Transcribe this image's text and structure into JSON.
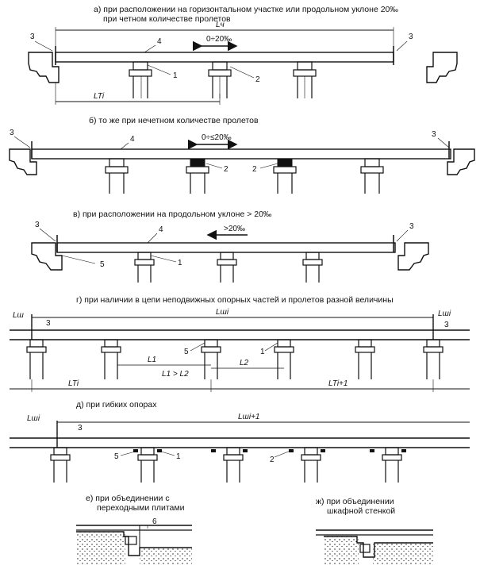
{
  "captions": {
    "a_line1": "а) при расположении на горизонтальном участке или продольном уклоне 20‰",
    "a_line2": "при четном количестве пролетов",
    "b": "б)  то же при нечетном количестве пролетов",
    "v": "в)  при расположении на продольном уклоне > 20‰",
    "g": "г)    при наличии в цепи неподвижных опорных частей и пролетов разной величины",
    "d": "д)   при гибких опорах",
    "e_line1": "е)  при объединении с",
    "e_line2": "переходными плитами",
    "zh_line1": "ж)  при объединении",
    "zh_line2": "шкафной стенкой"
  },
  "labels": {
    "n1": "1",
    "n2": "2",
    "n3": "3",
    "n4": "4",
    "n5": "5",
    "n6": "6",
    "Lch": "Lч",
    "LTi": "LTi",
    "slope_a": "0÷20‰",
    "slope_b": "0÷≤20‰",
    "slope_v": ">20‰",
    "Lsh_i": "Lш",
    "Lsh_top": "Lшi",
    "Lsh_right": "Lшi",
    "L1": "L1",
    "L2": "L2",
    "L1gtL2": "L1 > L2",
    "LTi_g": "LTi",
    "LTi1_g": "LTi+1",
    "Lsh_d": "Lшi",
    "Lsh_d1": "Lшi+1"
  }
}
